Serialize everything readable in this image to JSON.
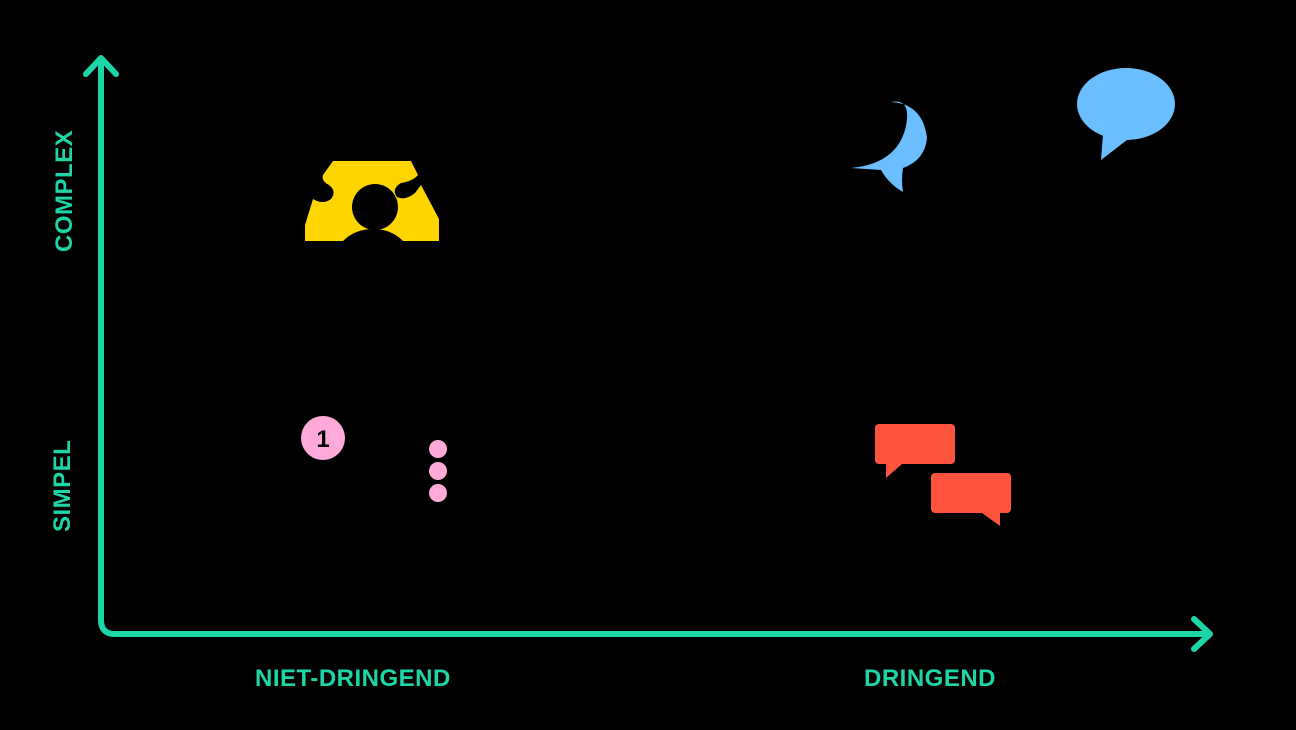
{
  "colors": {
    "background": "#000000",
    "axis": "#1dd6a8",
    "yellow": "#ffd500",
    "blue": "#6bbfff",
    "pink": "#ffaad9",
    "red": "#ff533d"
  },
  "axes": {
    "y_top_label": "COMPLEX",
    "y_bottom_label": "SIMPEL",
    "x_left_label": "NIET-DRINGEND",
    "x_right_label": "DRINGEND"
  },
  "quadrants": [
    {
      "name": "complex-niet-dringend",
      "icon": "support-agent-icon",
      "color": "#ffd500"
    },
    {
      "name": "complex-dringend",
      "icon": "chat-bubbles-icon",
      "color": "#6bbfff"
    },
    {
      "name": "simpel-niet-dringend",
      "icon": "notification-badge-icon",
      "badge_text": "1",
      "color": "#ffaad9"
    },
    {
      "name": "simpel-dringend",
      "icon": "messages-icon",
      "color": "#ff533d"
    }
  ]
}
